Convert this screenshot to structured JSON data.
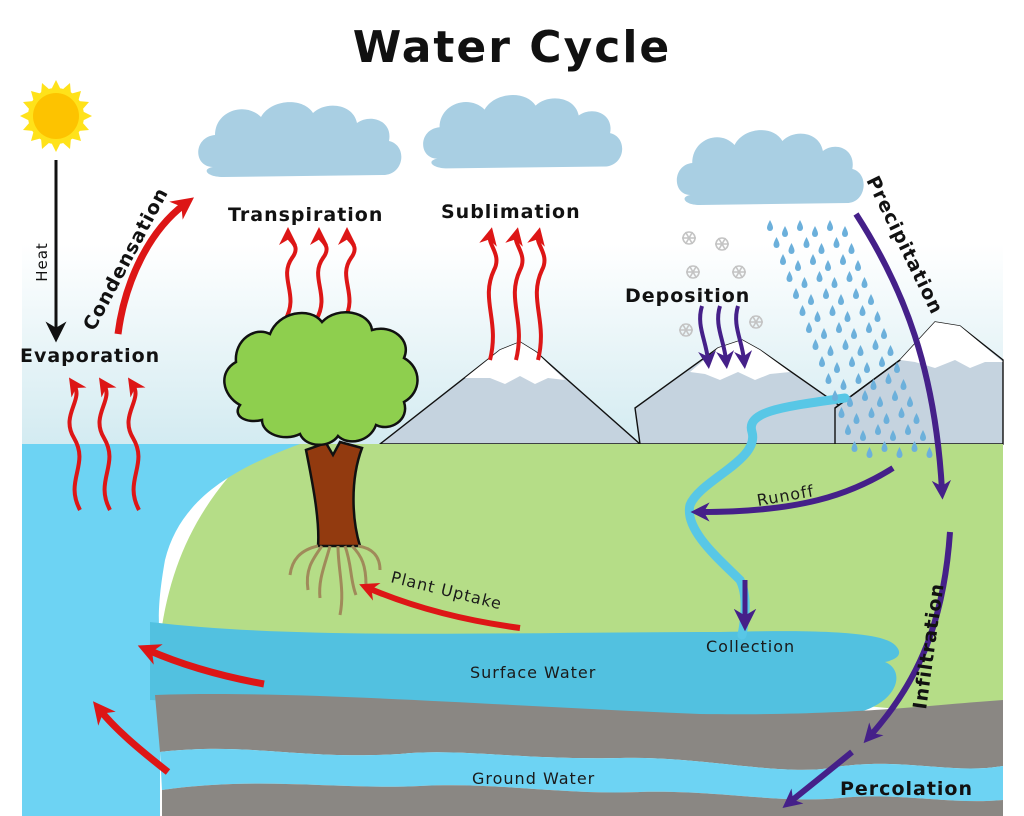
{
  "title": "Water Cycle",
  "labels": {
    "heat": "Heat",
    "evaporation": "Evaporation",
    "condensation": "Condensation",
    "transpiration": "Transpiration",
    "sublimation": "Sublimation",
    "deposition": "Deposition",
    "precipitation": "Precipitation",
    "runoff": "Runoff",
    "plant_uptake": "Plant Uptake",
    "collection": "Collection",
    "surface_water": "Surface Water",
    "infiltration": "Infiltration",
    "ground_water": "Ground Water",
    "percolation": "Percolation"
  },
  "icons": {
    "sun": "sun-icon",
    "cloud": "cloud-icon",
    "tree": "tree-icon",
    "mountain": "mountain-icon",
    "snowflake": "snowflake-icon",
    "raindrop": "raindrop-icon"
  },
  "colors": {
    "sky_gradient_top": "#ffffff",
    "sky_gradient_bottom": "#d6ecf2",
    "ocean": "#6dd3f3",
    "surface_water": "#52c1e0",
    "land": "#b5dd87",
    "rock": "#8a8783",
    "mountain": "#c5d3df",
    "snow": "#ffffff",
    "cloud": "#a9cfe3",
    "sun_outer": "#ffe21a",
    "sun_inner": "#fdc300",
    "tree_crown": "#8ecf4e",
    "tree_trunk": "#923a0f",
    "roots": "#a08a5a",
    "red_arrow": "#dd1616",
    "purple_arrow": "#452089",
    "raindrop": "#6cb0db",
    "snowflake": "#c4c4c4",
    "river": "#58c7e6"
  }
}
